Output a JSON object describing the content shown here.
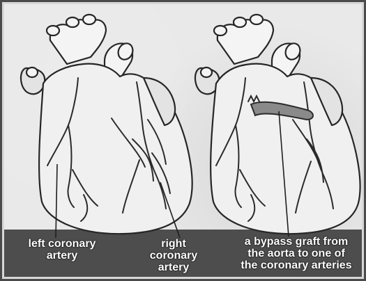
{
  "labels": {
    "left_coronary": [
      "left coronary",
      "artery"
    ],
    "right_coronary": [
      "right",
      "coronary",
      "artery"
    ],
    "bypass": [
      "a bypass graft from",
      "the aorta to one of",
      "the coronary arteries"
    ]
  },
  "colors": {
    "background": "#e9e9e9",
    "label_band": "#4d4d4d",
    "graft": "#8a8a8a"
  }
}
